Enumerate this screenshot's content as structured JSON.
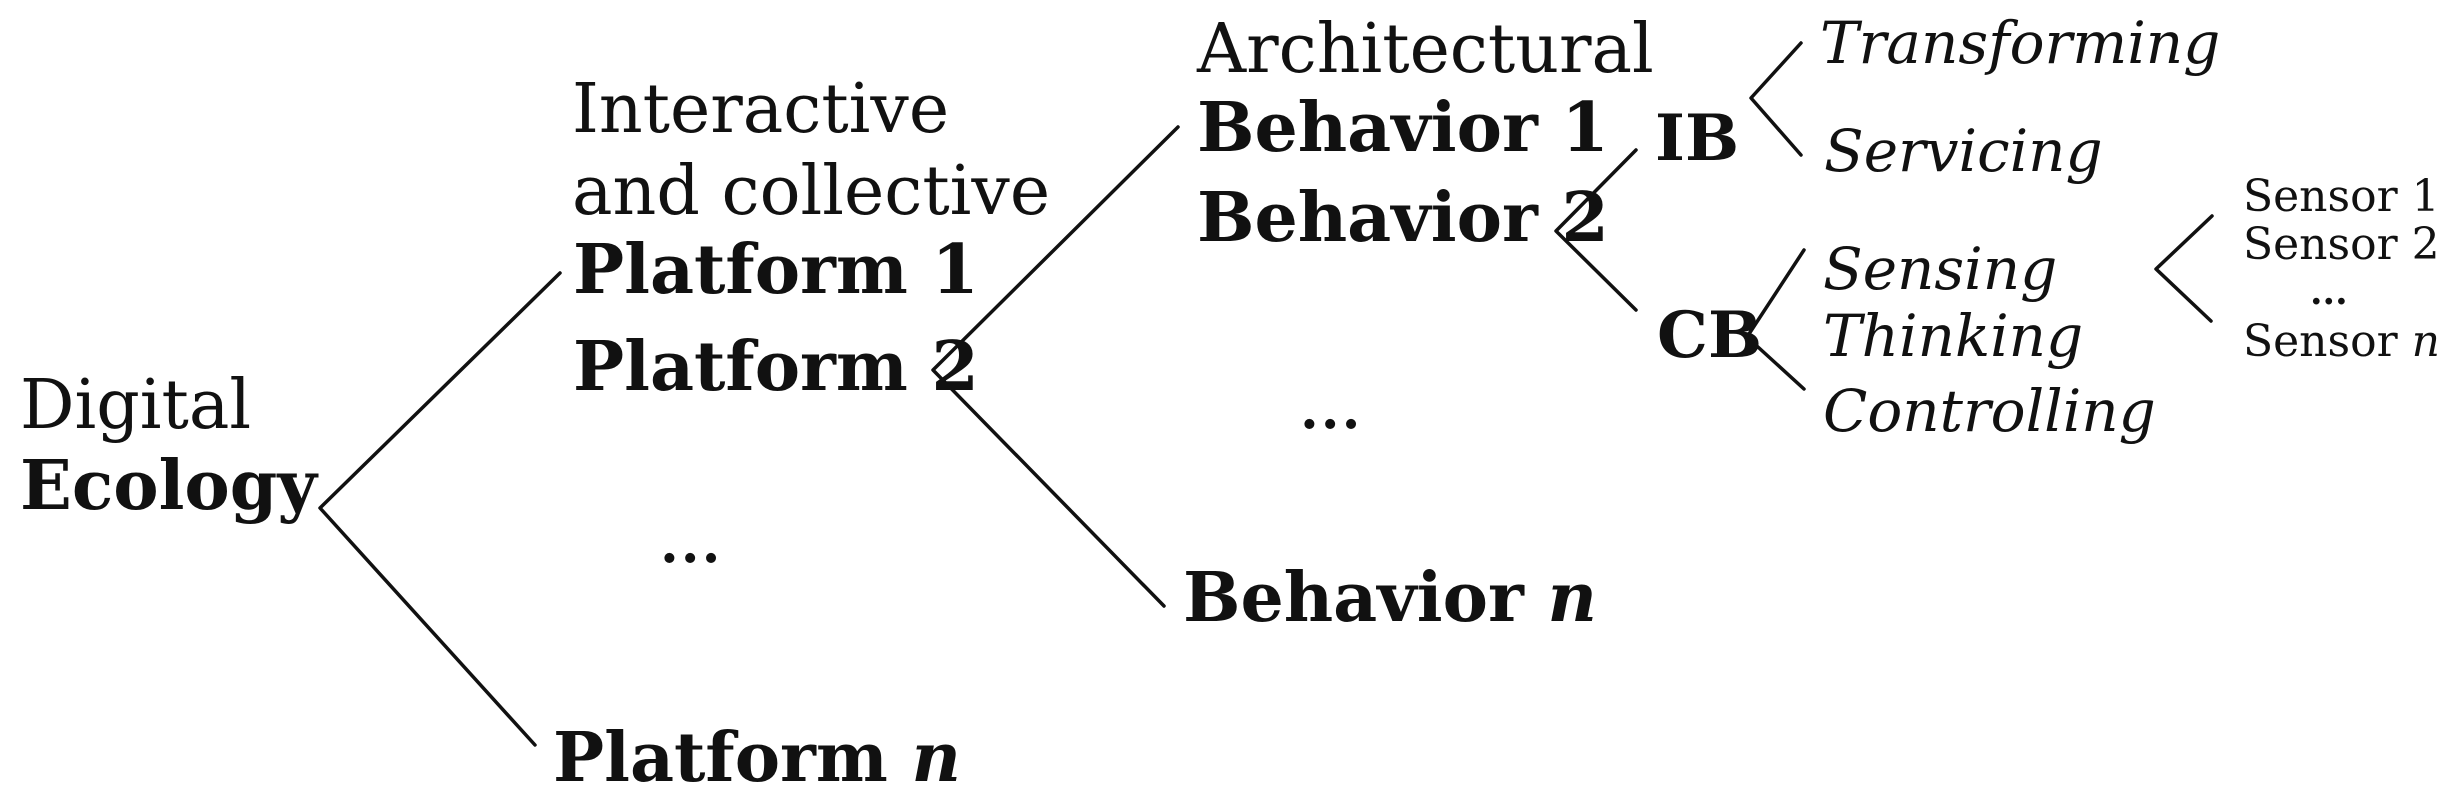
{
  "colors": {
    "ink": "#111111",
    "background": "#ffffff"
  },
  "root": {
    "line1": "Digital",
    "line2": "Ecology"
  },
  "platforms": {
    "heading_line1": "Interactive",
    "heading_line2": "and collective",
    "item1": "Platform 1",
    "item2": "Platform 2",
    "ellipsis": "...",
    "item_n": {
      "word": "Platform",
      "var": "n"
    }
  },
  "behaviors": {
    "heading": "Architectural",
    "item1": "Behavior 1",
    "item2": "Behavior 2",
    "ellipsis": "...",
    "item_n": {
      "word": "Behavior",
      "var": "n"
    }
  },
  "behavior_types": {
    "ib": {
      "label": "IB",
      "children": [
        "Transforming",
        "Servicing"
      ]
    },
    "cb": {
      "label": "CB",
      "children": [
        "Sensing",
        "Thinking",
        "Controlling"
      ]
    }
  },
  "sensors": {
    "item1": "Sensor 1",
    "item2": "Sensor 2",
    "ellipsis": "...",
    "item_n": {
      "word": "Sensor",
      "var": "n"
    }
  }
}
